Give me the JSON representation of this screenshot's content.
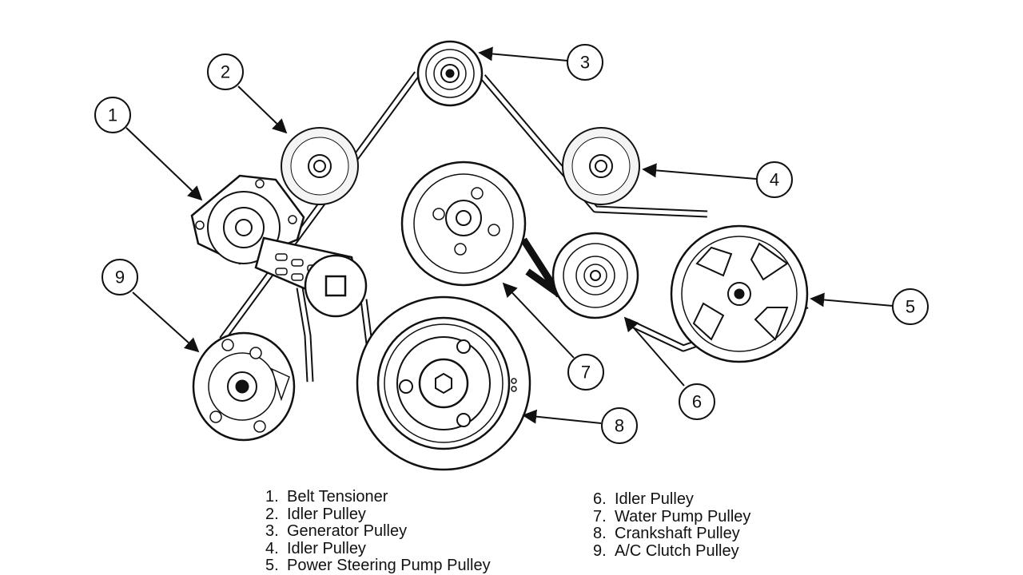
{
  "callouts": [
    "1",
    "2",
    "3",
    "4",
    "5",
    "6",
    "7",
    "8",
    "9"
  ],
  "legend_left": [
    {
      "num": "1.",
      "label": "Belt Tensioner"
    },
    {
      "num": "2.",
      "label": "Idler Pulley"
    },
    {
      "num": "3.",
      "label": "Generator Pulley"
    },
    {
      "num": "4.",
      "label": "Idler Pulley"
    },
    {
      "num": "5.",
      "label": "Power Steering Pump Pulley"
    }
  ],
  "legend_right": [
    {
      "num": "6.",
      "label": "Idler Pulley"
    },
    {
      "num": "7.",
      "label": "Water Pump Pulley"
    },
    {
      "num": "8.",
      "label": "Crankshaft Pulley"
    },
    {
      "num": "9.",
      "label": "A/C Clutch Pulley"
    }
  ],
  "colors": {
    "ink": "#111111",
    "paper": "#ffffff",
    "shade": "#f4f4f4"
  }
}
